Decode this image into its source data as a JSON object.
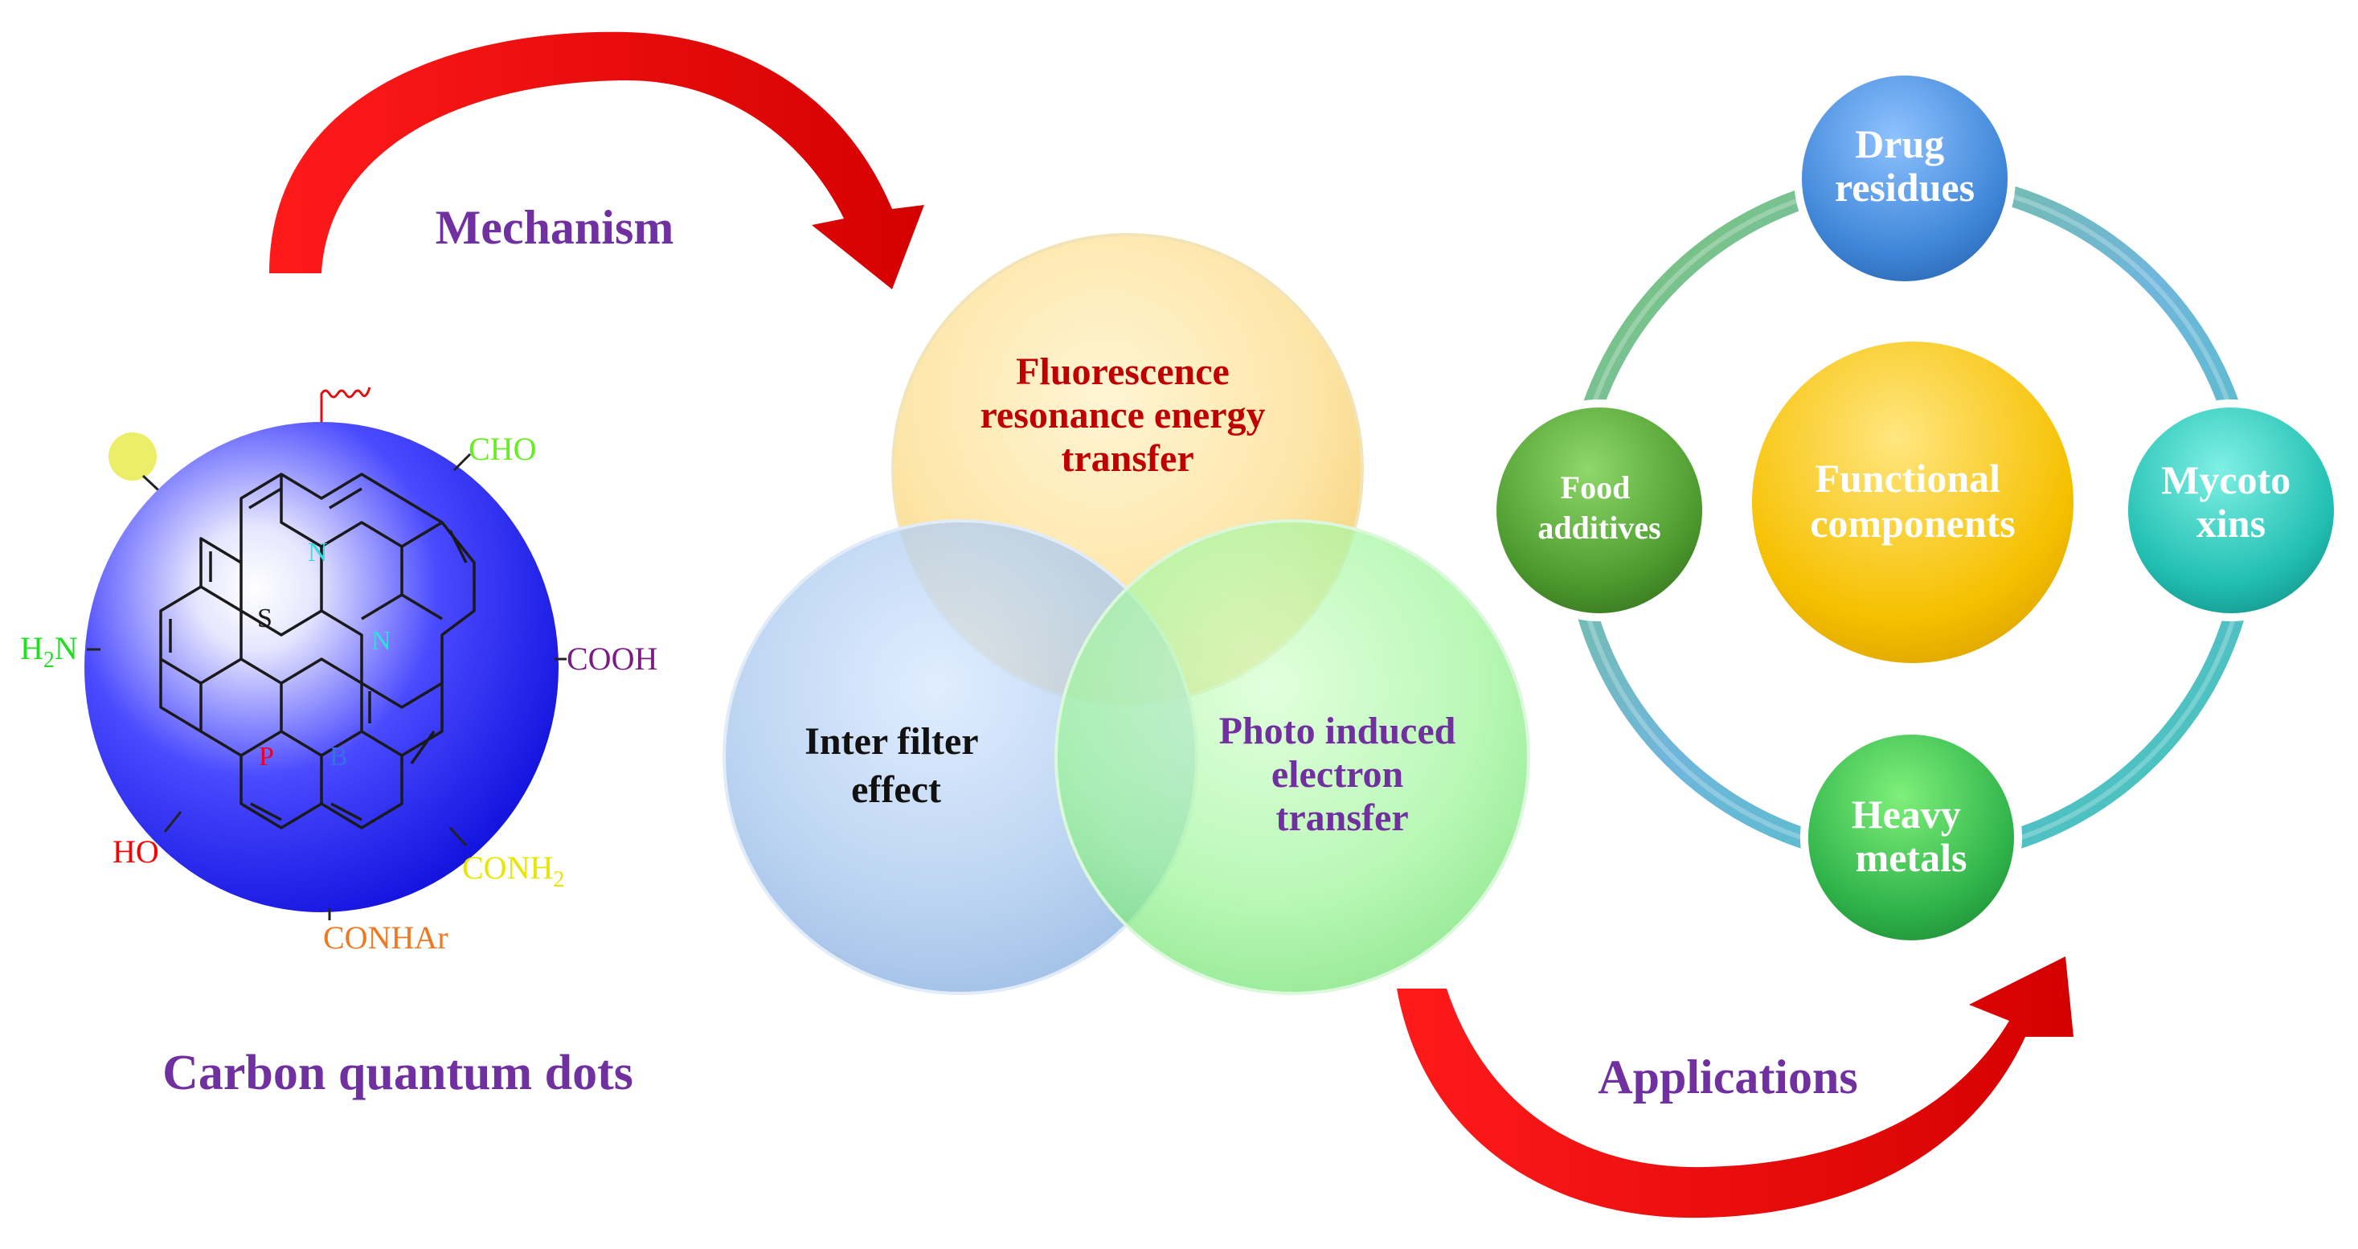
{
  "labels": {
    "mechanism": "Mechanism",
    "applications": "Applications",
    "cqd_title": "Carbon quantum dots"
  },
  "venn": {
    "fret": [
      "Fluorescence",
      "resonance energy",
      "transfer"
    ],
    "ife": [
      "Inter filter",
      "effect"
    ],
    "pet": [
      "Photo induced",
      "electron",
      "transfer"
    ]
  },
  "ring": {
    "center": [
      "Functional",
      "components"
    ],
    "drug": [
      "Drug",
      "residues"
    ],
    "myco": [
      "Mycoto",
      "xins"
    ],
    "heavy": [
      "Heavy",
      "metals"
    ],
    "food": [
      "Food",
      "additives"
    ]
  },
  "cqd": {
    "groups": {
      "cho": "CHO",
      "cooh": "COOH",
      "conh2_main": "CONH",
      "conh2_sub": "2",
      "conhar": "CONHAr",
      "ho": "HO",
      "h2n_h": "H",
      "h2n_sub": "2",
      "h2n_n": "N"
    },
    "atoms": {
      "n1": "N",
      "n2": "N",
      "s": "S",
      "p": "P",
      "b": "B"
    }
  },
  "colors": {
    "arrow": "#e8000d",
    "title_purple": "#7030a0",
    "fret_text": "#c00000",
    "pet_text": "#7030a0",
    "ife_text": "#111111",
    "cqd_blue": "#1f1fe8",
    "cho": "#66ee22",
    "cooh": "#7a1d82",
    "conh2": "#e6e600",
    "conhar": "#f07820",
    "ho": "#ff0000",
    "h2n": "#22dd22",
    "n_atom": "#33dddd",
    "p_atom": "#e8002a",
    "b_atom": "#3a6ee8"
  }
}
